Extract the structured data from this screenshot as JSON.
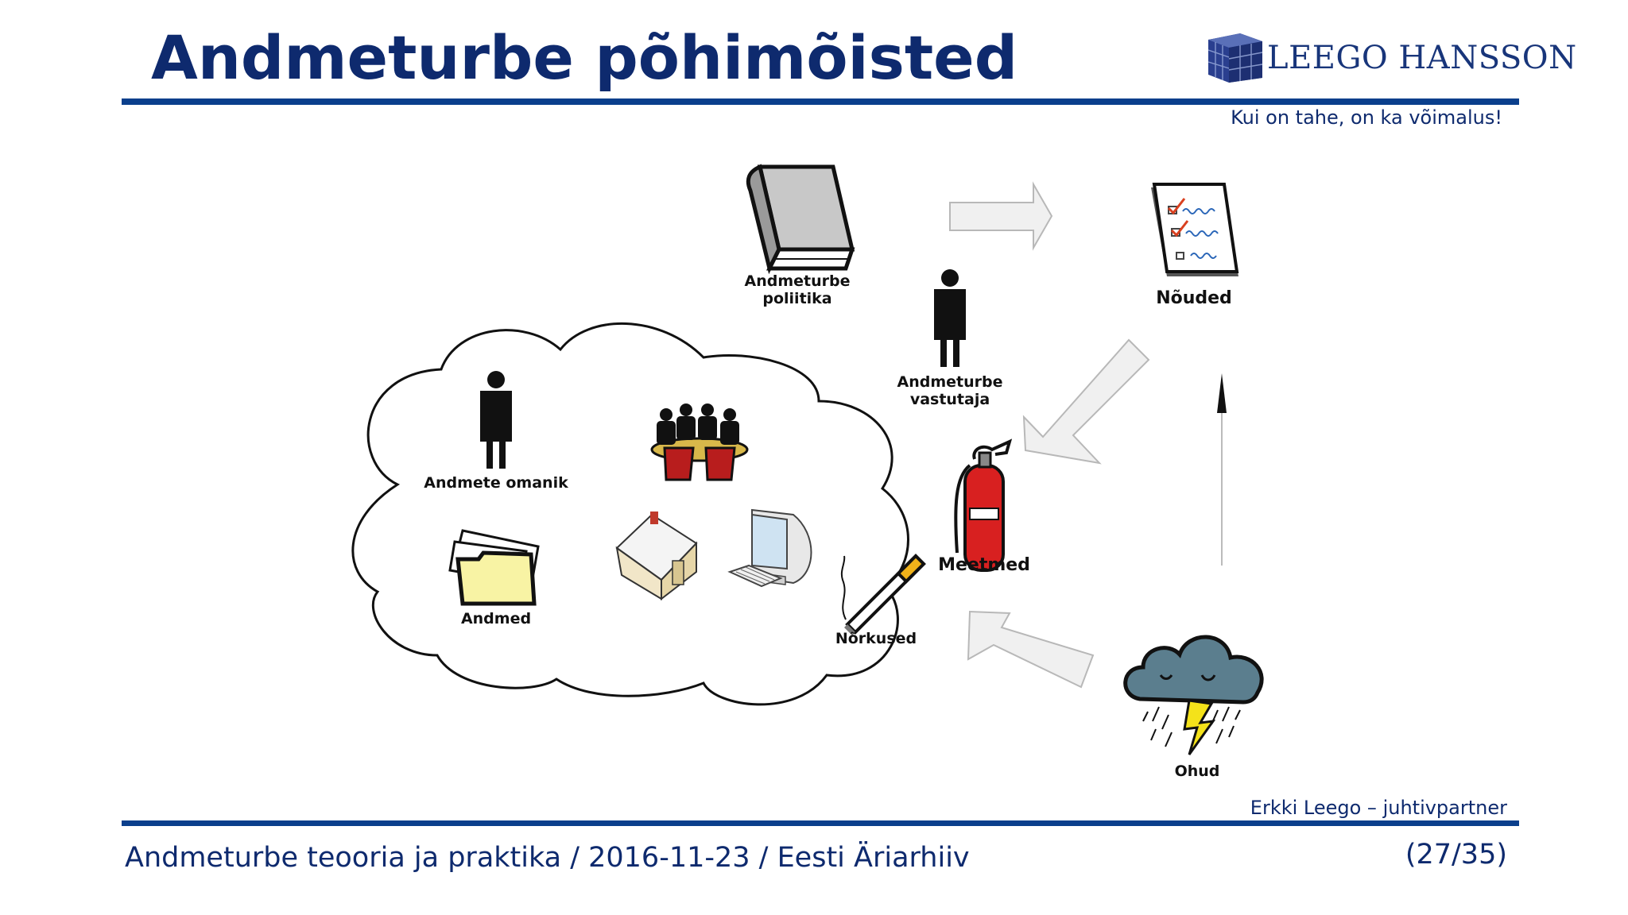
{
  "slide": {
    "title": "Andmeturbe põhimõisted",
    "tagline": "Kui on tahe, on ka võimalus!",
    "author": "Erkki Leego – juhtivpartner",
    "footer": "Andmeturbe teooria ja praktika / 2016-11-23 / Eesti Äriarhiiv",
    "page_number": "(27/35)"
  },
  "logo": {
    "text": "LEEGO HANSSON",
    "color": "#18357a"
  },
  "diagram": {
    "labels": {
      "policy_line1": "Andmeturbe",
      "policy_line2": "poliitika",
      "requirements": "Nõuded",
      "responsible_line1": "Andmeturbe",
      "responsible_line2": "vastutaja",
      "data_owner": "Andmete omanik",
      "data": "Andmed",
      "vulnerabilities": "Nõrkused",
      "measures": "Meetmed",
      "threats": "Ohud"
    },
    "icons": [
      "book-icon",
      "checklist-icon",
      "person-icon",
      "meeting-group-icon",
      "folder-icon",
      "house-icon",
      "computer-icon",
      "cigarette-icon",
      "fire-extinguisher-icon",
      "storm-cloud-icon",
      "cloud-shape"
    ]
  },
  "colors": {
    "title": "#0e2a6e",
    "rule": "#0a3f8c",
    "arrow_fill": "#f0f0f0",
    "arrow_stroke": "#b8b8b8"
  }
}
